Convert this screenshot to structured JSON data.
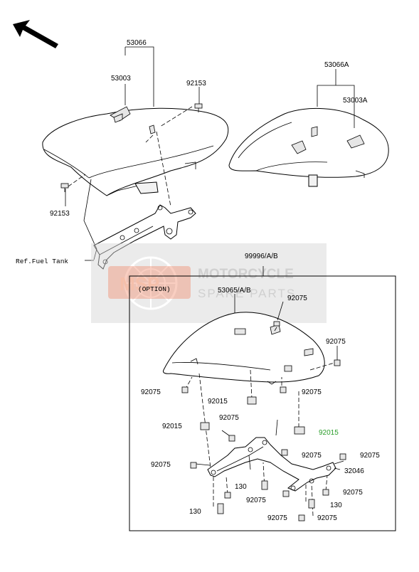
{
  "labels": {
    "p53066": "53066",
    "p53003": "53003",
    "p92153_top": "92153",
    "p92153_left": "92153",
    "ref_fuel_tank": "Ref.Fuel Tank",
    "p53066A": "53066A",
    "p53003A": "53003A",
    "p99996": "99996/A/B",
    "option": "(OPTION)",
    "p53065": "53065/A/B",
    "p92075_a": "92075",
    "p92075_b": "92075",
    "p92075_c": "92075",
    "p92075_d": "92075",
    "p92015_a": "92015",
    "p92075_e": "92075",
    "p92015_b": "92015",
    "p92015_c": "92015",
    "p92075_f": "92075",
    "p92075_g": "92075",
    "p92075_h": "92075",
    "p32046": "32046",
    "p130_a": "130",
    "p92075_i": "92075",
    "p92075_j": "92075",
    "p130_b": "130",
    "p130_c": "130",
    "p92075_k": "92075",
    "p92075_l": "92075"
  },
  "watermark": {
    "logo": "MSP",
    "line1": "MOTORCYCLE",
    "line2": "SPARE PARTS"
  },
  "colors": {
    "highlight_part": "#2a9d2a",
    "watermark_logo": "#f4b49c"
  },
  "icons": {
    "direction_arrow": "front-direction-arrow-icon"
  }
}
